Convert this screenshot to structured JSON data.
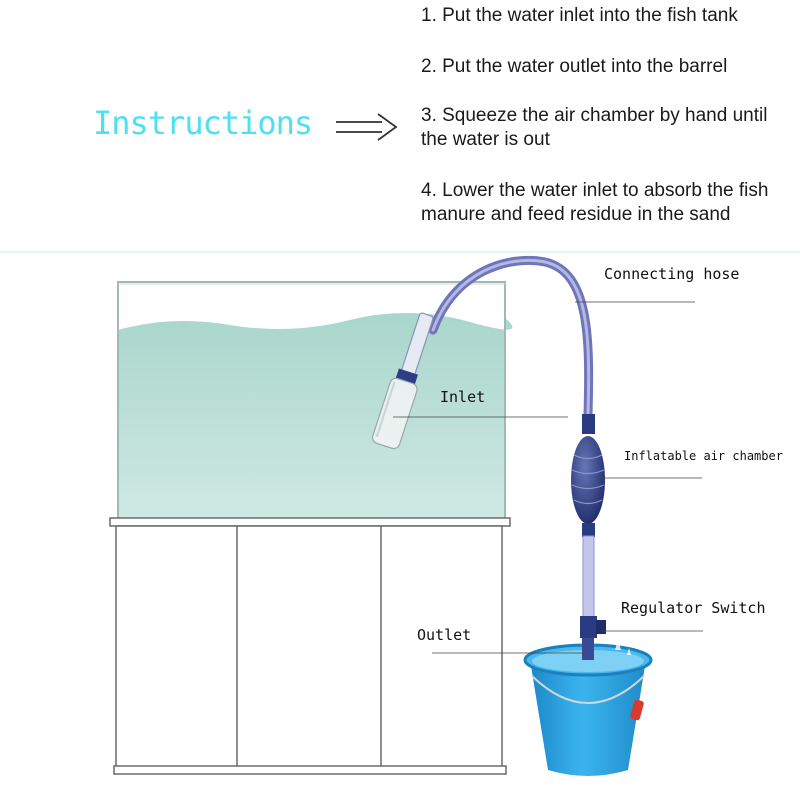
{
  "steps": [
    "1. Put the water inlet into the fish tank",
    "2. Put the water outlet into the barrel",
    "3. Squeeze the air chamber by hand until the water is out",
    "4. Lower the water inlet to absorb the fish manure and feed residue in the sand"
  ],
  "instructions_label": "Instructions",
  "callouts": {
    "connecting_hose": "Connecting hose",
    "inlet": "Inlet",
    "inflatable_air_chamber": "Inflatable air chamber",
    "regulator_switch": "Regulator Switch",
    "outlet": "Outlet"
  },
  "colors": {
    "instructions": "#4fe0f0",
    "water": "#b8ddd6",
    "hose": "#8f94cc",
    "bulb": "#2b3b82",
    "bucket": "#2aa3e0",
    "bucket_handle": "#d93a2f"
  },
  "icons": [
    "double-arrow-right-icon"
  ]
}
